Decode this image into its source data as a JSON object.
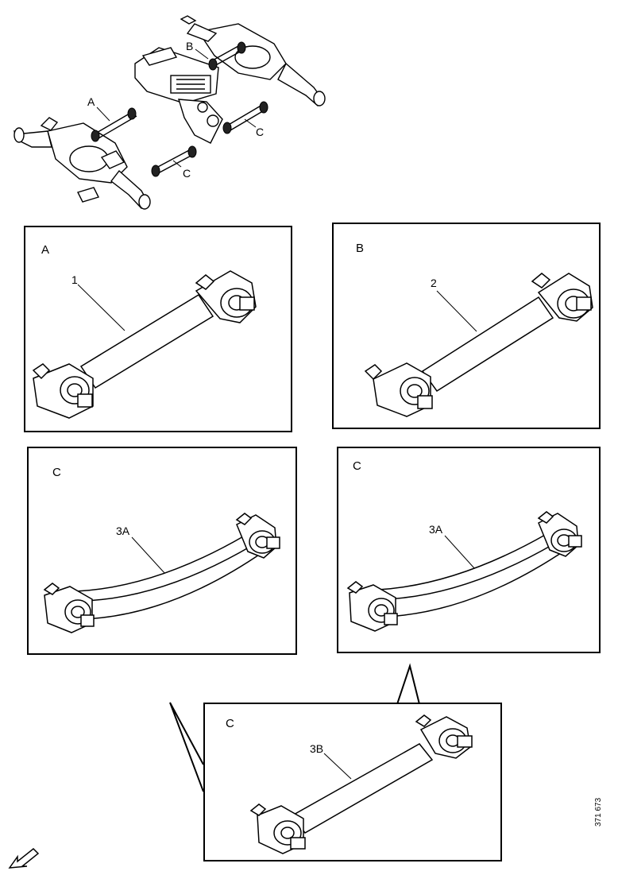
{
  "overview": {
    "label_a": "A",
    "label_b": "B",
    "label_c1": "C",
    "label_c2": "C"
  },
  "panels": [
    {
      "id": "A",
      "letter": "A",
      "callout": "1"
    },
    {
      "id": "B",
      "letter": "B",
      "callout": "2"
    },
    {
      "id": "C1",
      "letter": "C",
      "callout": "3A"
    },
    {
      "id": "C2",
      "letter": "C",
      "callout": "3A"
    },
    {
      "id": "C3",
      "letter": "C",
      "callout": "3B"
    }
  ],
  "reference_number": "371 673",
  "icons": {
    "direction": "front-direction-arrow-icon"
  }
}
